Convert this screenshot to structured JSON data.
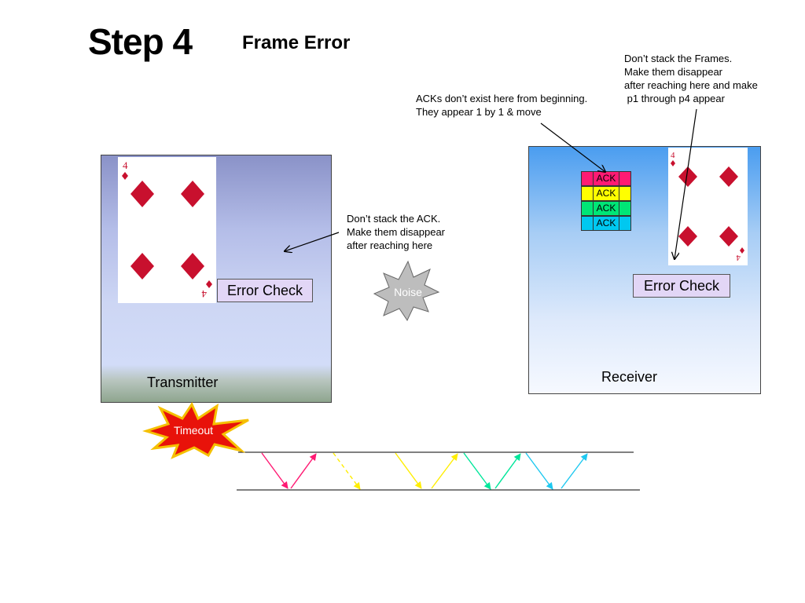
{
  "header": {
    "step": "Step 4",
    "title": "Frame Error"
  },
  "notes": {
    "frames": [
      "Don’t stack the Frames.",
      "Make them disappear",
      "after reaching here and make",
      " p1 through p4 appear"
    ],
    "acks_origin": [
      "ACKs don’t exist here from beginning.",
      "They appear 1 by 1 & move"
    ],
    "ack_stack": [
      "Don’t stack the ACK.",
      "Make them disappear",
      "after reaching here"
    ]
  },
  "transmitter": {
    "label": "Transmitter",
    "error_check": "Error Check",
    "card_rank": "4"
  },
  "receiver": {
    "label": "Receiver",
    "error_check": "Error Check",
    "card_rank": "4"
  },
  "acks": [
    {
      "label": "ACK",
      "color": "#ff1a73"
    },
    {
      "label": "ACK",
      "color": "#ffff00"
    },
    {
      "label": "ACK",
      "color": "#00e676"
    },
    {
      "label": "ACK",
      "color": "#00c8f0"
    }
  ],
  "noise": {
    "label": "Noise"
  },
  "timeout": {
    "label": "Timeout"
  },
  "colors": {
    "pink": "#ff1a73",
    "yellow": "#ffee00",
    "green": "#00e69a",
    "cyan": "#1ec8f0",
    "diamond": "#c8102e"
  }
}
